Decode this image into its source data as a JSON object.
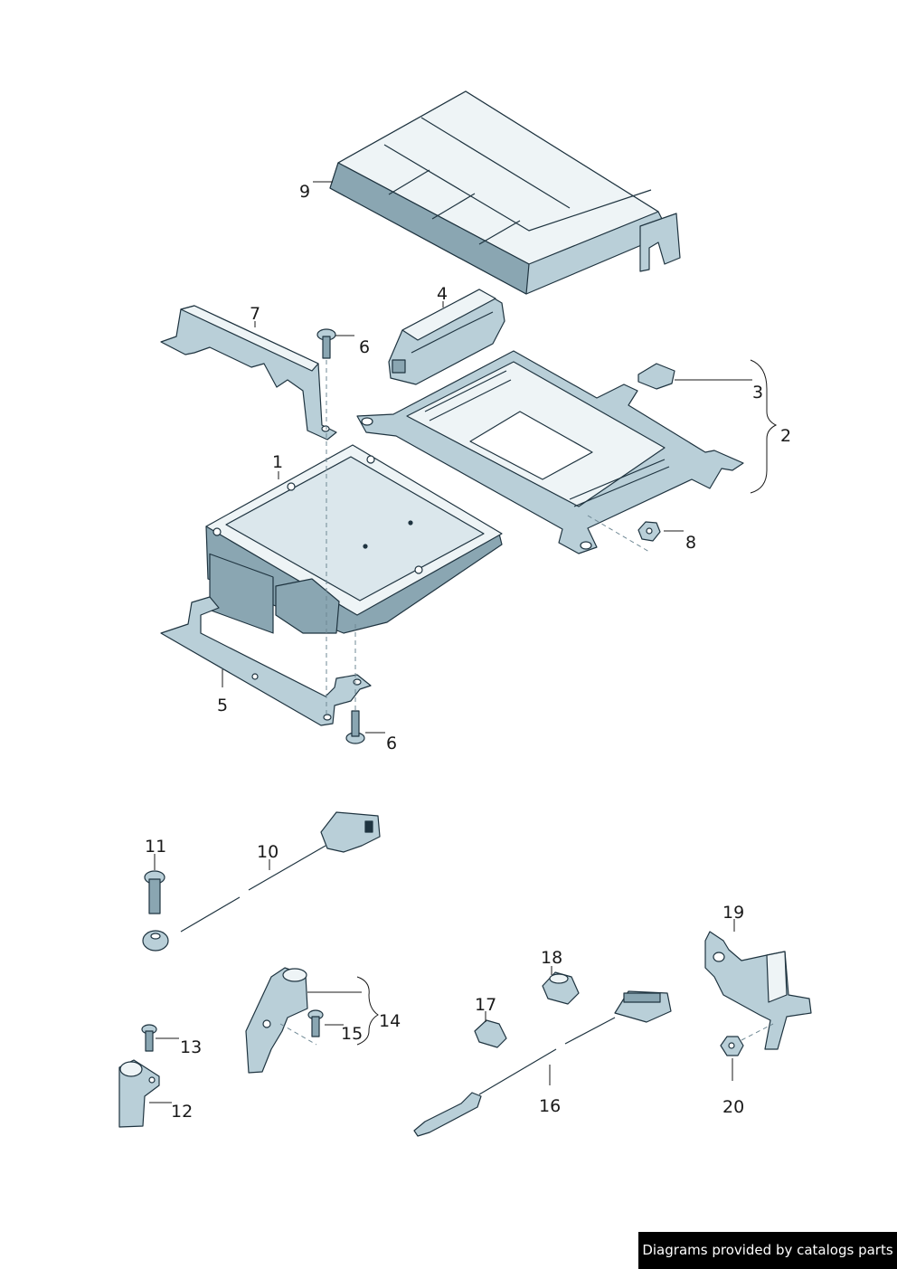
{
  "colors": {
    "part_top": "#eef4f6",
    "part_mid": "#b9cfd8",
    "part_dark": "#8aa6b2",
    "part_line": "#1f3440",
    "credit_bg": "#000000",
    "credit_text": "#ffffff"
  },
  "callouts": [
    "1",
    "2",
    "3",
    "4",
    "5",
    "6",
    "6",
    "7",
    "8",
    "9",
    "10",
    "11",
    "12",
    "13",
    "14",
    "15",
    "16",
    "17",
    "18",
    "19",
    "20"
  ],
  "footer": {
    "credit": "Diagrams provided by catalogs parts"
  }
}
